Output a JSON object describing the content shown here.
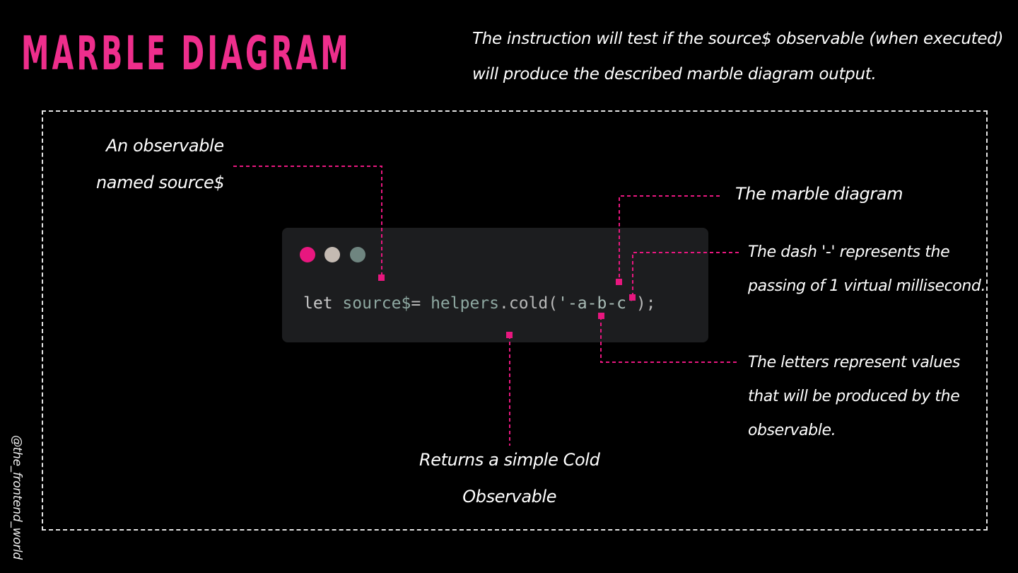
{
  "title": "MARBLE DIAGRAM",
  "intro_lines": [
    "The instruction will test if the source$ observable (when executed)",
    "will produce the described marble diagram output."
  ],
  "code": {
    "keyword": "let",
    "variable": "source$",
    "assign": "=",
    "object": "helpers",
    "method": ".cold(",
    "string": "'-a-b-c'",
    "end": ");"
  },
  "annotations": {
    "observable_name": [
      "An observable",
      "named source$"
    ],
    "marble": [
      "The marble diagram"
    ],
    "dash": [
      "The dash '-' represents the",
      "passing of 1 virtual millisecond."
    ],
    "letters": [
      "The letters represent values",
      "that will be produced by the",
      "observable."
    ],
    "cold": [
      "Returns a simple Cold",
      "Observable"
    ]
  },
  "handle": "@the_frontend_world",
  "colors": {
    "accent": "#ee2e8c",
    "connector": "#e8177f",
    "background": "#000000",
    "code_bg": "#1c1d1f"
  }
}
